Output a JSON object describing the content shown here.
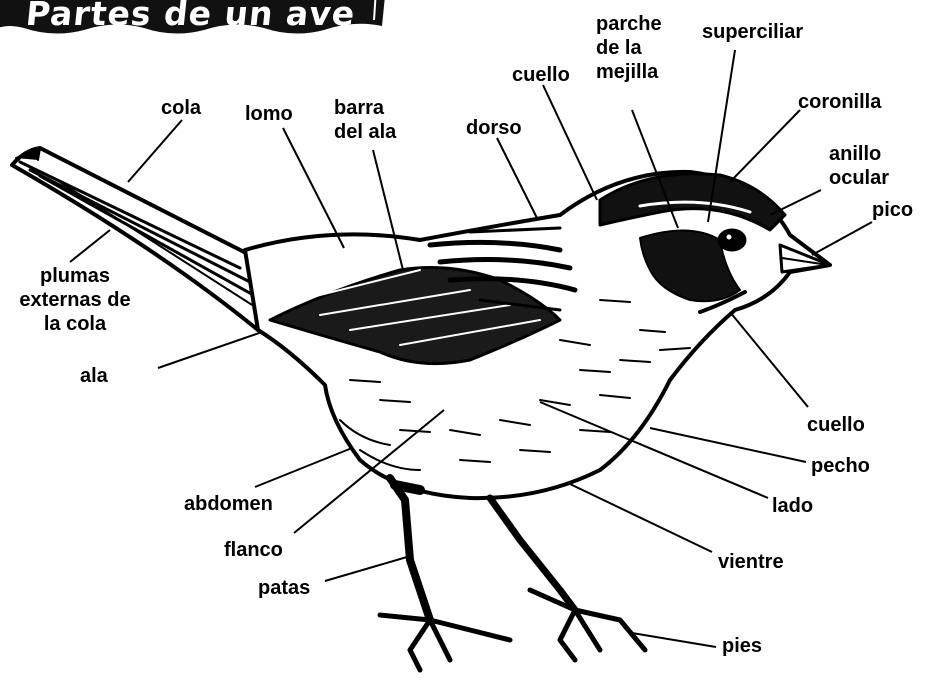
{
  "title": "Partes de un ave",
  "labels": {
    "cola": "cola",
    "lomo": "lomo",
    "barra_del_ala": "barra\ndel ala",
    "dorso": "dorso",
    "cuello_top": "cuello",
    "parche_mejilla": "parche\nde la\nmejilla",
    "superciliar": "superciliar",
    "coronilla": "coronilla",
    "anillo_ocular": "anillo\nocular",
    "pico": "pico",
    "plumas_externas": "plumas\nexternas de\nla cola",
    "ala": "ala",
    "cuello_bottom": "cuello",
    "pecho": "pecho",
    "lado": "lado",
    "abdomen": "abdomen",
    "flanco": "flanco",
    "vientre": "vientre",
    "patas": "patas",
    "pies": "pies"
  }
}
